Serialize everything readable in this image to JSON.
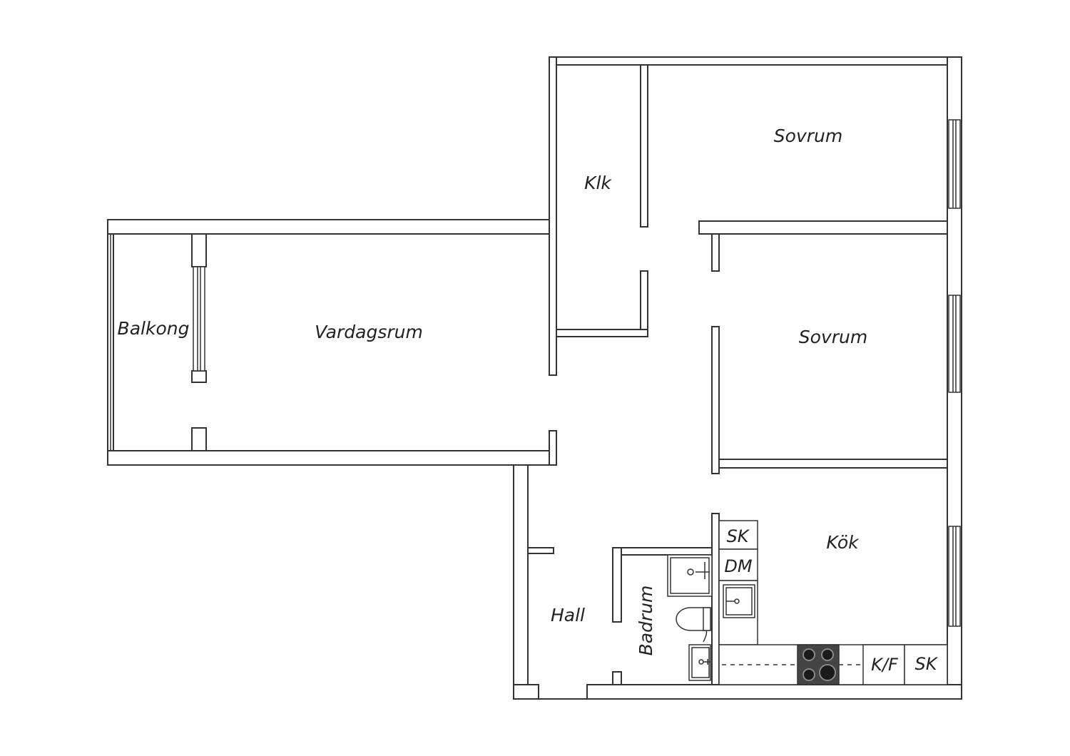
{
  "plan": {
    "rooms": {
      "balkong": "Balkong",
      "vardagsrum": "Vardagsrum",
      "klk": "Klk",
      "sovrum_upper": "Sovrum",
      "sovrum_middle": "Sovrum",
      "kok": "Kök",
      "hall": "Hall",
      "badrum": "Badrum"
    },
    "fixtures": {
      "sk_upper": "SK",
      "dm": "DM",
      "kf": "K/F",
      "sk_lower": "SK"
    },
    "colors": {
      "wall_fill": "#ffffff",
      "wall_stroke": "#333333",
      "background": "#ffffff",
      "stove": "#444444",
      "stove_burner": "#1a1a1a"
    }
  }
}
